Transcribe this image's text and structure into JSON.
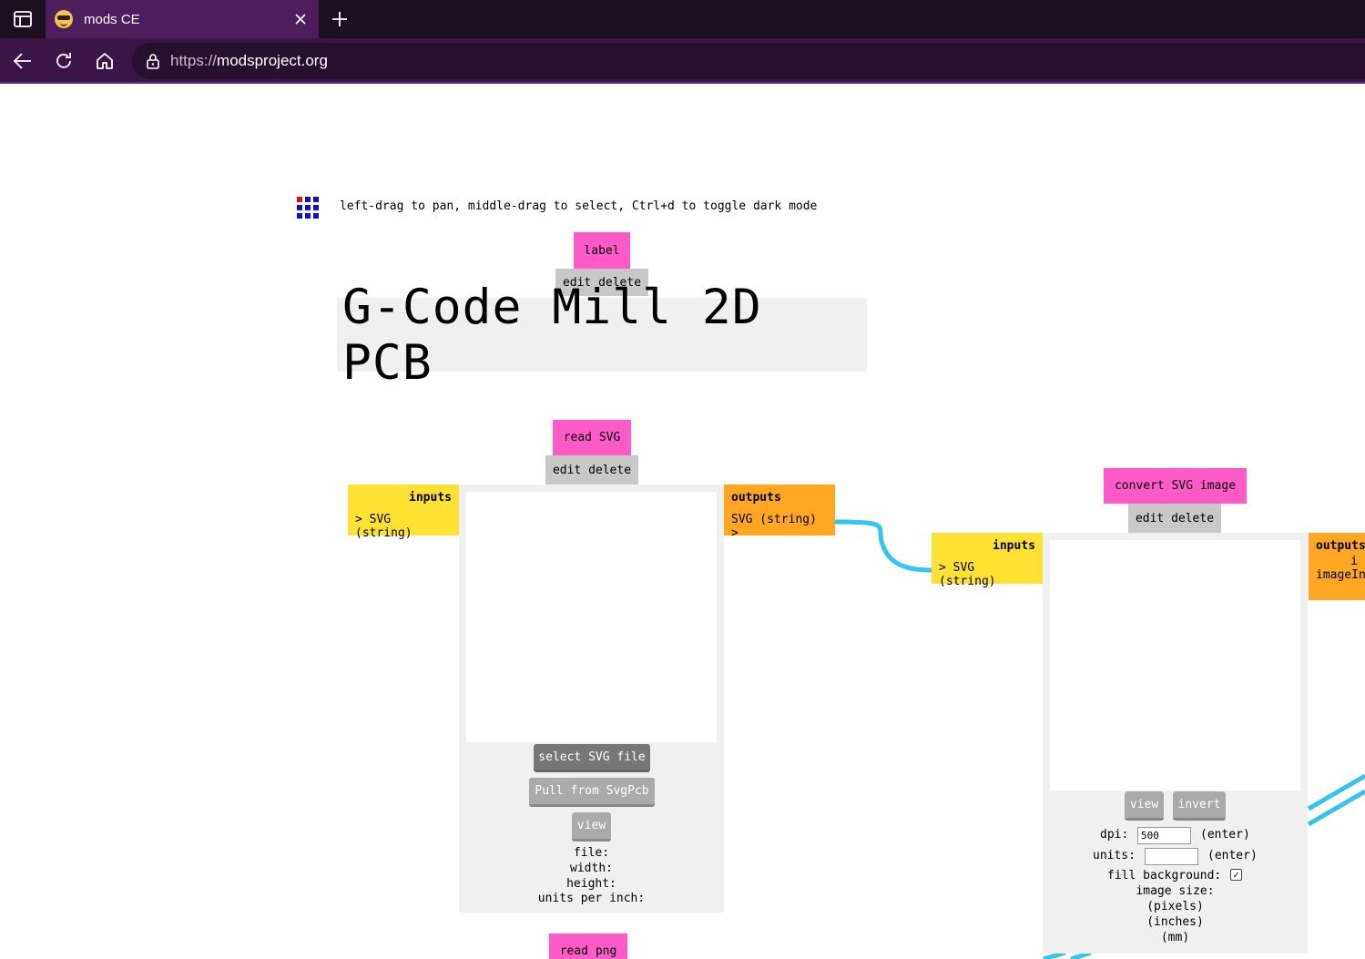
{
  "browser": {
    "tab_title": "mods CE",
    "url_scheme": "https://",
    "url_host": "modsproject.org"
  },
  "hint": "left-drag to pan, middle-drag to select, Ctrl+d to toggle dark mode",
  "label_module": {
    "tag": "label",
    "edit": "edit",
    "delete": "delete",
    "text": "G-Code Mill 2D PCB"
  },
  "read_svg": {
    "tag": "read SVG",
    "edit": "edit",
    "delete": "delete",
    "inputs_header": "inputs",
    "input_port": "> SVG (string)",
    "outputs_header": "outputs",
    "output_port": "SVG (string) >",
    "select_button": "select SVG file",
    "pull_button": "Pull from SvgPcb",
    "view_button": "view",
    "file_label": "file:",
    "width_label": "width:",
    "height_label": "height:",
    "units_label": "units per inch:"
  },
  "convert_svg": {
    "tag": "convert SVG image",
    "edit": "edit",
    "delete": "delete",
    "inputs_header": "inputs",
    "input_port": "> SVG (string)",
    "outputs_header": "outputs",
    "output_port_partial": "i",
    "output_port2": "imageIn",
    "view_button": "view",
    "invert_button": "invert",
    "dpi_label": "dpi:",
    "dpi_value": "500",
    "enter_label": "(enter)",
    "units_label": "units:",
    "units_value": "",
    "fill_label": "fill background:",
    "fill_checked": "✓",
    "image_size_label": "image size:",
    "pixels_label": "(pixels)",
    "inches_label": "(inches)",
    "mm_label": "(mm)"
  },
  "read_png": {
    "tag": "read png"
  },
  "colors": {
    "wire": "#33c4f2",
    "tag": "#ff5bc8",
    "inputs": "#ffe133",
    "outputs": "#ffa623"
  }
}
